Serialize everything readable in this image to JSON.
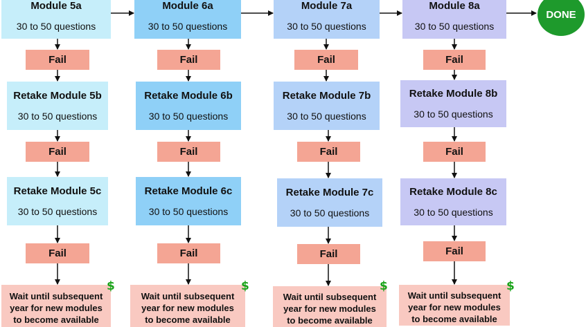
{
  "columns": [
    {
      "id": "5",
      "color": "#c6eefa",
      "modules": [
        {
          "title": "Module 5a",
          "subtitle": "30 to 50 questions"
        },
        {
          "title": "Retake Module 5b",
          "subtitle": "30 to 50 questions"
        },
        {
          "title": "Retake Module 5c",
          "subtitle": "30 to 50 questions"
        }
      ],
      "fails": [
        "Fail",
        "Fail",
        "Fail"
      ],
      "wait": {
        "line1": "Wait until subsequent",
        "line2": "year for new modules",
        "line3": "to become available"
      }
    },
    {
      "id": "6",
      "color": "#8fd0f7",
      "modules": [
        {
          "title": "Module 6a",
          "subtitle": "30 to 50 questions"
        },
        {
          "title": "Retake Module 6b",
          "subtitle": "30 to 50 questions"
        },
        {
          "title": "Retake Module 6c",
          "subtitle": "30 to 50 questions"
        }
      ],
      "fails": [
        "Fail",
        "Fail",
        "Fail"
      ],
      "wait": {
        "line1": "Wait until subsequent",
        "line2": "year for new modules",
        "line3": "to become available"
      }
    },
    {
      "id": "7",
      "color": "#b4d2f8",
      "modules": [
        {
          "title": "Module 7a",
          "subtitle": "30 to 50 questions"
        },
        {
          "title": "Retake Module 7b",
          "subtitle": "30 to 50 questions"
        },
        {
          "title": "Retake Module 7c",
          "subtitle": "30 to 50 questions"
        }
      ],
      "fails": [
        "Fail",
        "Fail",
        "Fail"
      ],
      "wait": {
        "line1": "Wait until subsequent",
        "line2": "year for new modules",
        "line3": "to become available"
      }
    },
    {
      "id": "8",
      "color": "#c7c8f4",
      "modules": [
        {
          "title": "Module 8a",
          "subtitle": "30 to 50 questions"
        },
        {
          "title": "Retake Module 8b",
          "subtitle": "30 to 50 questions"
        },
        {
          "title": "Retake Module 8c",
          "subtitle": "30 to 50 questions"
        }
      ],
      "fails": [
        "Fail",
        "Fail",
        "Fail"
      ],
      "wait": {
        "line1": "Wait until subsequent",
        "line2": "year for new modules",
        "line3": "to become available"
      }
    }
  ],
  "done_label": "DONE",
  "dollar_symbol": "$",
  "colors": {
    "fail": "#f4a594",
    "wait": "#f9c9c1",
    "done": "#1e9a2c",
    "dollar": "#1aa31a"
  }
}
